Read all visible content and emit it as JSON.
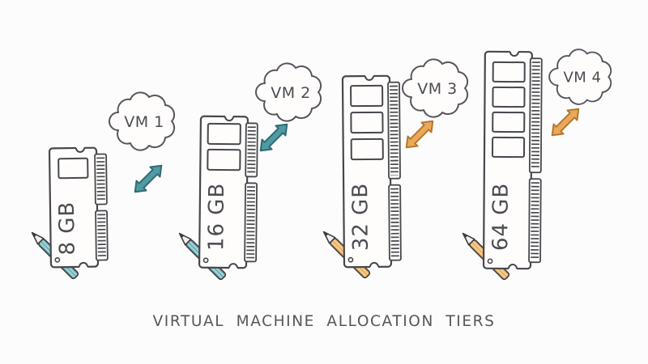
{
  "title": "VIRTUAL MACHINE ALLOCATION TIERS",
  "colors": {
    "background": "#fdfcfd",
    "ink_outline": "#47474c",
    "text": "#4c4c51",
    "teal_accent": "#4f9ba3",
    "teal_dark": "#2e6b72",
    "teal_light": "#a9d4d7",
    "orange_accent": "#eba85a",
    "orange_dark": "#b2782f",
    "orange_light": "#f4d09b"
  },
  "tiers": [
    {
      "capacity": "8 GB",
      "vm_label": "VM 1",
      "chips": 1,
      "accent": "teal"
    },
    {
      "capacity": "16 GB",
      "vm_label": "VM 2",
      "chips": 2,
      "accent": "teal"
    },
    {
      "capacity": "32 GB",
      "vm_label": "VM 3",
      "chips": 3,
      "accent": "orange"
    },
    {
      "capacity": "64 GB",
      "vm_label": "VM 4",
      "chips": 4,
      "accent": "orange"
    }
  ]
}
